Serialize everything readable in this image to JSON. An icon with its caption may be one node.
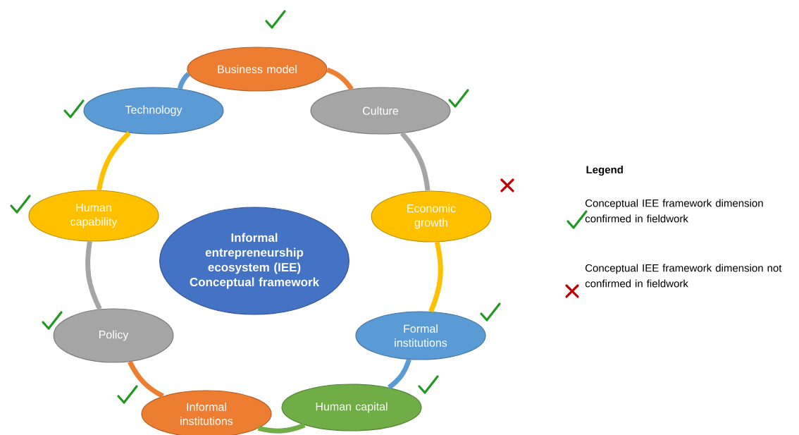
{
  "diagram": {
    "nodes": [
      {
        "text": [
          "Informal entrepreneurship ecosystem (IEE) Conceptual framework"
        ]
      },
      {
        "text": [
          "Business model"
        ]
      },
      {
        "text": [
          "Culture"
        ]
      },
      {
        "text": [
          "Economic growth"
        ]
      },
      {
        "text": [
          "Formal institutions"
        ]
      },
      {
        "text": [
          "Human capital"
        ]
      },
      {
        "text": [
          "Informal institutions"
        ]
      },
      {
        "text": [
          "Policy"
        ]
      },
      {
        "text": [
          "Human capability"
        ]
      },
      {
        "text": [
          "Technology"
        ]
      }
    ],
    "edges": [
      {
        "from": 1,
        "to": 2,
        "arrow": "none",
        "color": "#ed7d31"
      },
      {
        "from": 2,
        "to": 3,
        "arrow": "none",
        "color": "#a5a5a5"
      },
      {
        "from": 3,
        "to": 4,
        "arrow": "none",
        "color": "#ffc000"
      },
      {
        "from": 4,
        "to": 5,
        "arrow": "none",
        "color": "#5b9bd5"
      },
      {
        "from": 5,
        "to": 6,
        "arrow": "none",
        "color": "#70ad47"
      },
      {
        "from": 6,
        "to": 7,
        "arrow": "none",
        "color": "#ed7d31"
      },
      {
        "from": 7,
        "to": 8,
        "arrow": "none",
        "color": "#a5a5a5"
      },
      {
        "from": 8,
        "to": 9,
        "arrow": "none",
        "color": "#ffc000"
      },
      {
        "from": 9,
        "to": 1,
        "arrow": "none",
        "color": "#5b9bd5"
      }
    ],
    "labels": [
      "Legend"
    ],
    "legend": [
      {
        "text": "Conceptual IEE framework dimension confirmed in fieldwork"
      },
      {
        "text": "Conceptual IEE framework dimension not confirmed in fieldwork"
      }
    ]
  }
}
